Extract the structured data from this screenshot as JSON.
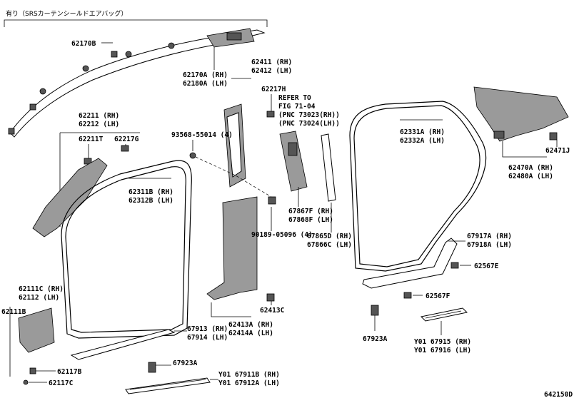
{
  "header": {
    "title": "有り（SRSカーテンシールドエアバッグ）"
  },
  "footer": {
    "diagram_id": "642150D"
  },
  "labels": {
    "p62170B": "62170B",
    "p62170A": "62170A (RH)",
    "p62180A": "62180A (LH)",
    "p62411": "62411 (RH)",
    "p62412": "62412 (LH)",
    "p62217H": "62217H",
    "refer1": "REFER TO",
    "refer2": "FIG 71-04",
    "refer3": "(PNC 73023(RH))",
    "refer4": "(PNC 73024(LH))",
    "p62211": "62211 (RH)",
    "p62212": "62212 (LH)",
    "p62211T": "62211T",
    "p62217G": "62217G",
    "p93568": "93568-55014 (4)",
    "p62311B": "62311B (RH)",
    "p62312B": "62312B (LH)",
    "p67867F": "67867F (RH)",
    "p67868F": "67868F (LH)",
    "p90189": "90189-05096 (4)",
    "p67865D": "67865D (RH)",
    "p67866C": "67866C (LH)",
    "p62331A": "62331A (RH)",
    "p62332A": "62332A (LH)",
    "p62471J": "62471J",
    "p62470A": "62470A (RH)",
    "p62480A": "62480A (LH)",
    "p67917A": "67917A (RH)",
    "p67918A": "67918A (LH)",
    "p62567E": "62567E",
    "p62567F": "62567F",
    "p62111C": "62111C (RH)",
    "p62112": "62112 (LH)",
    "p62111B": "62111B",
    "p62117B": "62117B",
    "p62117C": "62117C",
    "p62413C": "62413C",
    "p62413A": "62413A (RH)",
    "p62414A": "62414A (LH)",
    "p67913": "67913 (RH)",
    "p67914": "67914 (LH)",
    "p67923A_l": "67923A",
    "p67923A_r": "67923A",
    "p67911B": "Y01 67911B (RH)",
    "p67912A": "Y01 67912A (LH)",
    "p67915": "Y01 67915 (RH)",
    "p67916": "Y01 67916 (LH)"
  }
}
